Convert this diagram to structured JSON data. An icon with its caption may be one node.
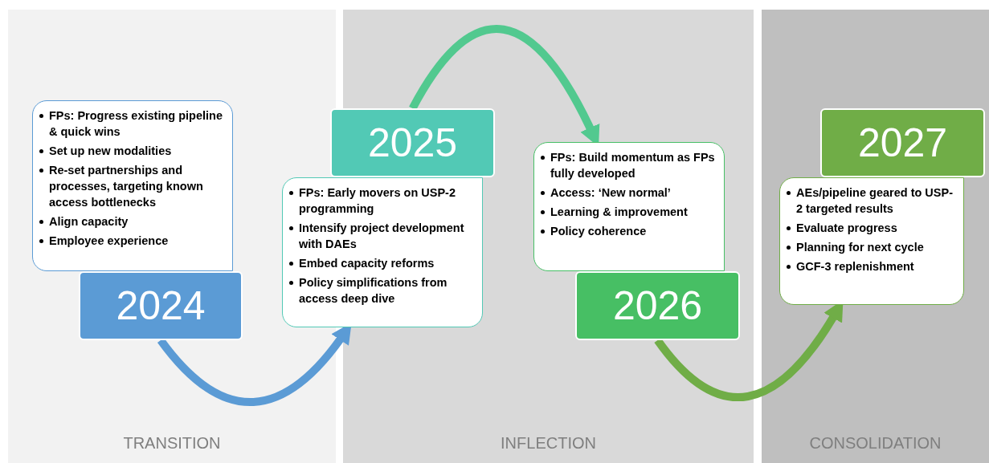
{
  "diagram": {
    "nodes": [
      {
        "text": [
          "TRANSITION"
        ]
      },
      {
        "text": [
          "INFLECTION"
        ]
      },
      {
        "text": [
          "CONSOLIDATION"
        ]
      },
      {
        "text": [
          "FPs: Progress existing pipeline & quick wins",
          "Set up new modalities",
          "Re-set partnerships and processes, targeting known access bottlenecks",
          "Align capacity",
          "Employee experience"
        ],
        "in": 0
      },
      {
        "text": [
          "2024"
        ],
        "in": 0
      },
      {
        "text": [
          "FPs: Early movers on USP-2 programming",
          "Intensify project development with DAEs",
          "Embed capacity reforms",
          "Policy simplifications from access deep dive"
        ]
      },
      {
        "text": [
          "2025"
        ]
      },
      {
        "text": [
          "FPs: Build momentum as FPs fully developed",
          "Access: ‘New normal’",
          "Learning & improvement",
          "Policy coherence"
        ],
        "in": 1
      },
      {
        "text": [
          "2026"
        ],
        "in": 1
      },
      {
        "text": [
          "AEs/pipeline geared to USP-2 targeted results",
          "Evaluate progress",
          "Planning for next cycle",
          "GCF-3 replenishment"
        ],
        "in": 2
      },
      {
        "text": [
          "2027"
        ],
        "in": 2
      }
    ],
    "edges": [
      {
        "from": 4,
        "to": 5,
        "arrow": "to",
        "color": "#5b9bd5"
      },
      {
        "from": 6,
        "to": 7,
        "arrow": "to",
        "color": "#52c98f"
      },
      {
        "from": 8,
        "to": 9,
        "arrow": "to",
        "color": "#70ad47"
      }
    ]
  }
}
